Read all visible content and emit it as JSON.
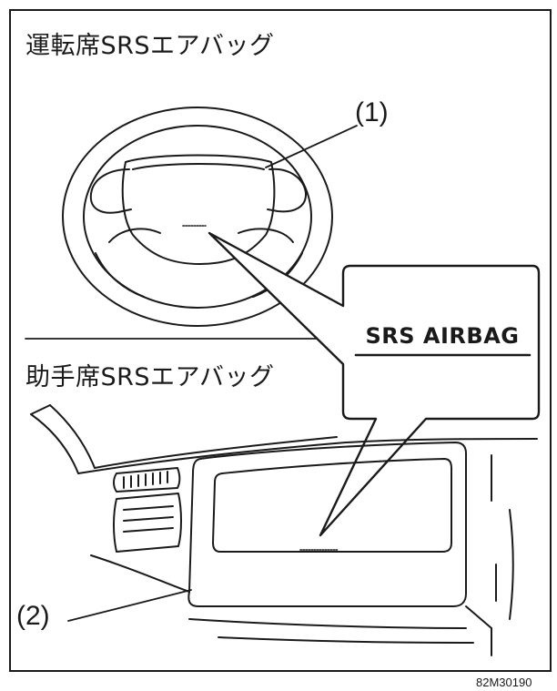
{
  "titles": {
    "driver": "運転席SRSエアバッグ",
    "passenger": "助手席SRSエアバッグ"
  },
  "labels": {
    "item1": "(1)",
    "item2": "(2)"
  },
  "callout": {
    "text": "SRS AIRBAG"
  },
  "caption": "82M30190",
  "colors": {
    "ink": "#1a1a1a",
    "light_ink": "#555555",
    "background": "#ffffff"
  }
}
